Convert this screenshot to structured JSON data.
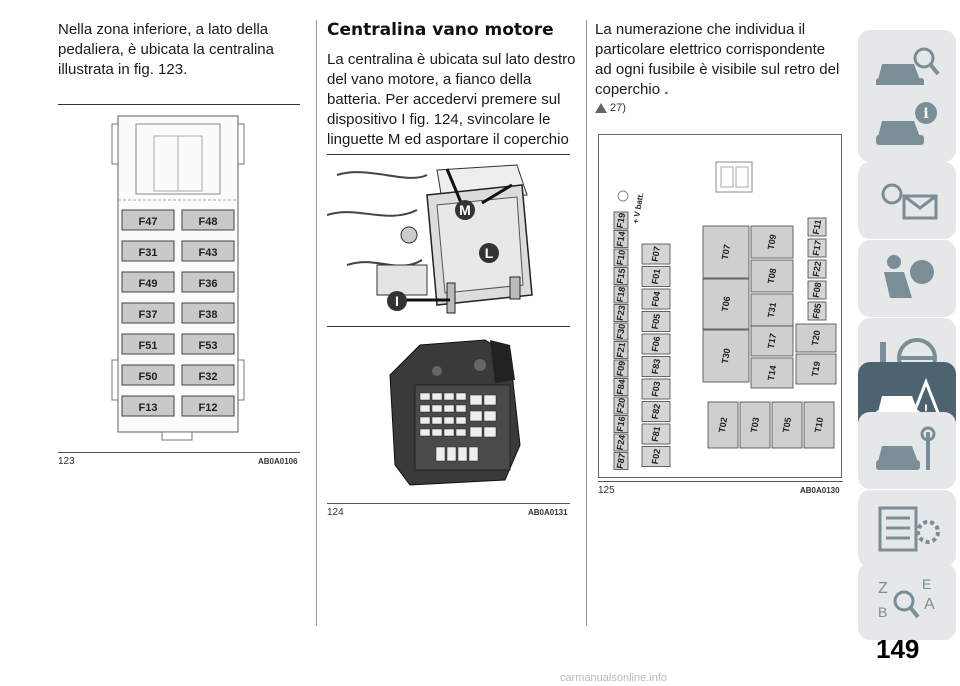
{
  "col1": {
    "text": "Nella zona inferiore, a lato della pedaliera, è ubicata la centralina illustrata in fig. 123."
  },
  "col2": {
    "heading": "Centralina vano motore",
    "text": "La centralina è ubicata sul lato destro del vano motore, a fianco della batteria. Per accedervi premere sul dispositivo I fig. 124, svincolare le linguette M ed asportare il coperchio L."
  },
  "col3": {
    "text": "La numerazione che individua il particolare elettrico corrispondente ad ogni fusibile è visibile sul retro del coperchio",
    "dot": ".",
    "ref": "27)"
  },
  "fig123": {
    "num": "123",
    "code": "AB0A0106",
    "fuses_left": [
      "F47",
      "F31",
      "F49",
      "F37",
      "F51",
      "F50",
      "F13"
    ],
    "fuses_right": [
      "F48",
      "F43",
      "F36",
      "F38",
      "F53",
      "F32",
      "F12"
    ]
  },
  "fig124": {
    "num": "124",
    "code": "AB0A0131",
    "label_m": "M",
    "label_l": "L",
    "label_i": "I"
  },
  "fig125": {
    "num": "125",
    "code": "AB0A0130",
    "vbatt": "+ V batt.",
    "fuse_col": [
      "F19",
      "F14",
      "F10",
      "F15",
      "F18",
      "F23",
      "F30",
      "F21",
      "F09",
      "F84",
      "F20",
      "F16",
      "F24",
      "F87"
    ],
    "mid_col": [
      "F07",
      "F01",
      "F04",
      "F05",
      "F06",
      "F83",
      "F03",
      "F82",
      "F81",
      "F02"
    ],
    "t_labels": [
      "T07",
      "T06",
      "T30",
      "T09",
      "T08",
      "T31",
      "T17",
      "T14",
      "T20",
      "T19",
      "T02",
      "T03",
      "T05",
      "T10"
    ],
    "right_col": [
      "F11",
      "F17",
      "F22",
      "F08",
      "F85"
    ]
  },
  "sidebar": {
    "icons": [
      "car-search-icon",
      "car-info-icon",
      "warning-light-icon",
      "airbag-icon",
      "steering-key-icon",
      "car-breakdown-icon",
      "car-service-icon",
      "specs-list-icon",
      "index-icon"
    ],
    "active_index": 5
  },
  "page": {
    "number": "149",
    "watermark": "carmanualsonline.info"
  },
  "colors": {
    "active_tab": "#4d6470",
    "tab": "#e6e7e8",
    "accent_dot": "#c81d25"
  }
}
